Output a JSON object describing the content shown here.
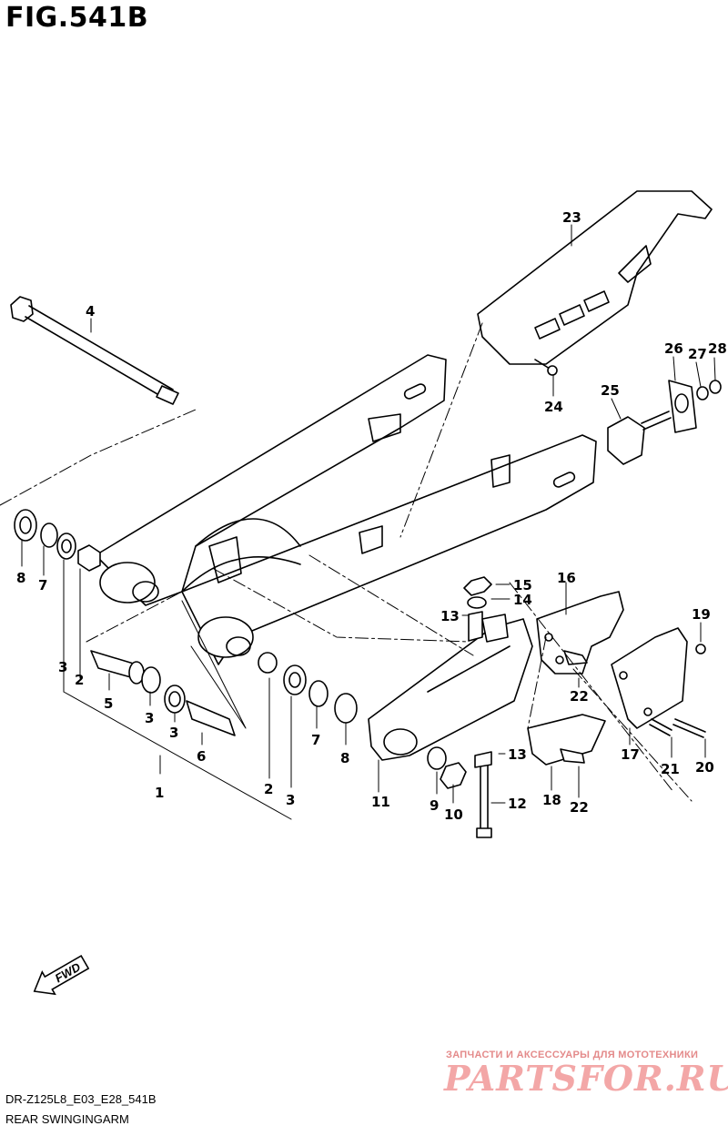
{
  "figure": {
    "title": "FIG.541B",
    "model_code": "DR-Z125L8_E03_E28_541B",
    "section_name": "REAR SWINGINGARM"
  },
  "direction_marker": {
    "label": "FWD"
  },
  "watermark": {
    "tagline": "ЗАПЧАСТИ И АКСЕССУАРЫ ДЛЯ МОТОТЕХНИКИ",
    "logo": "PARTSFOR.RU"
  },
  "part_callouts": {
    "c1": "1",
    "c2a": "2",
    "c2b": "2",
    "c3a": "3",
    "c3b": "3",
    "c3c": "3",
    "c3d": "3",
    "c4": "4",
    "c5": "5",
    "c6": "6",
    "c7a": "7",
    "c7b": "7",
    "c8a": "8",
    "c8b": "8",
    "c9": "9",
    "c10": "10",
    "c11": "11",
    "c12": "12",
    "c13a": "13",
    "c13b": "13",
    "c14": "14",
    "c15": "15",
    "c16": "16",
    "c17": "17",
    "c18": "18",
    "c19": "19",
    "c20": "20",
    "c21": "21",
    "c22a": "22",
    "c22b": "22",
    "c23": "23",
    "c24": "24",
    "c25": "25",
    "c26": "26",
    "c27": "27",
    "c28": "28"
  },
  "colors": {
    "line": "#000000",
    "watermark": "#f3a7a7"
  }
}
